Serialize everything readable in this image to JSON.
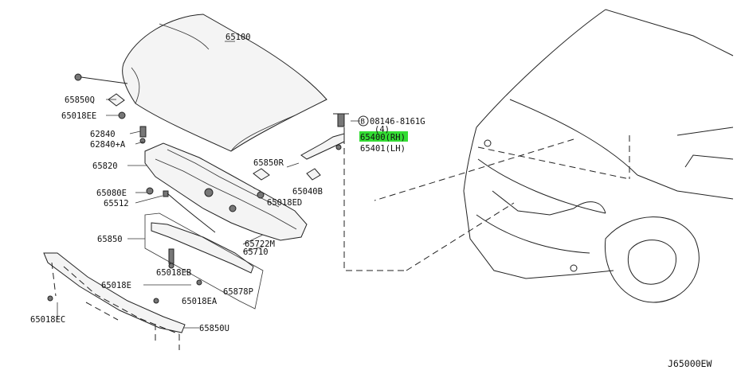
{
  "diagram_code": "J65000EW",
  "highlight_color": "#33dd33",
  "labels": {
    "p65100": "65100",
    "p65850q": "65850Q",
    "p65018ee": "65018EE",
    "p62840": "62840",
    "p62840a": "62840+A",
    "p65820": "65820",
    "p65080e": "65080E",
    "p65512": "65512",
    "p65850": "65850",
    "p65018e": "65018E",
    "p65018ec": "65018EC",
    "p65018eb": "65018EB",
    "p65018ea": "65018EA",
    "p65878p": "65878P",
    "p65850u": "65850U",
    "p65722m": "65722M",
    "p65710": "65710",
    "p65850r": "65850R",
    "p65018ed": "65018ED",
    "p65040b": "65040B",
    "bolt_symbol": "B",
    "bolt_part": "08146-8161G",
    "bolt_qty": "(4)",
    "p65400": "65400(RH)",
    "p65401": "65401(LH)"
  }
}
